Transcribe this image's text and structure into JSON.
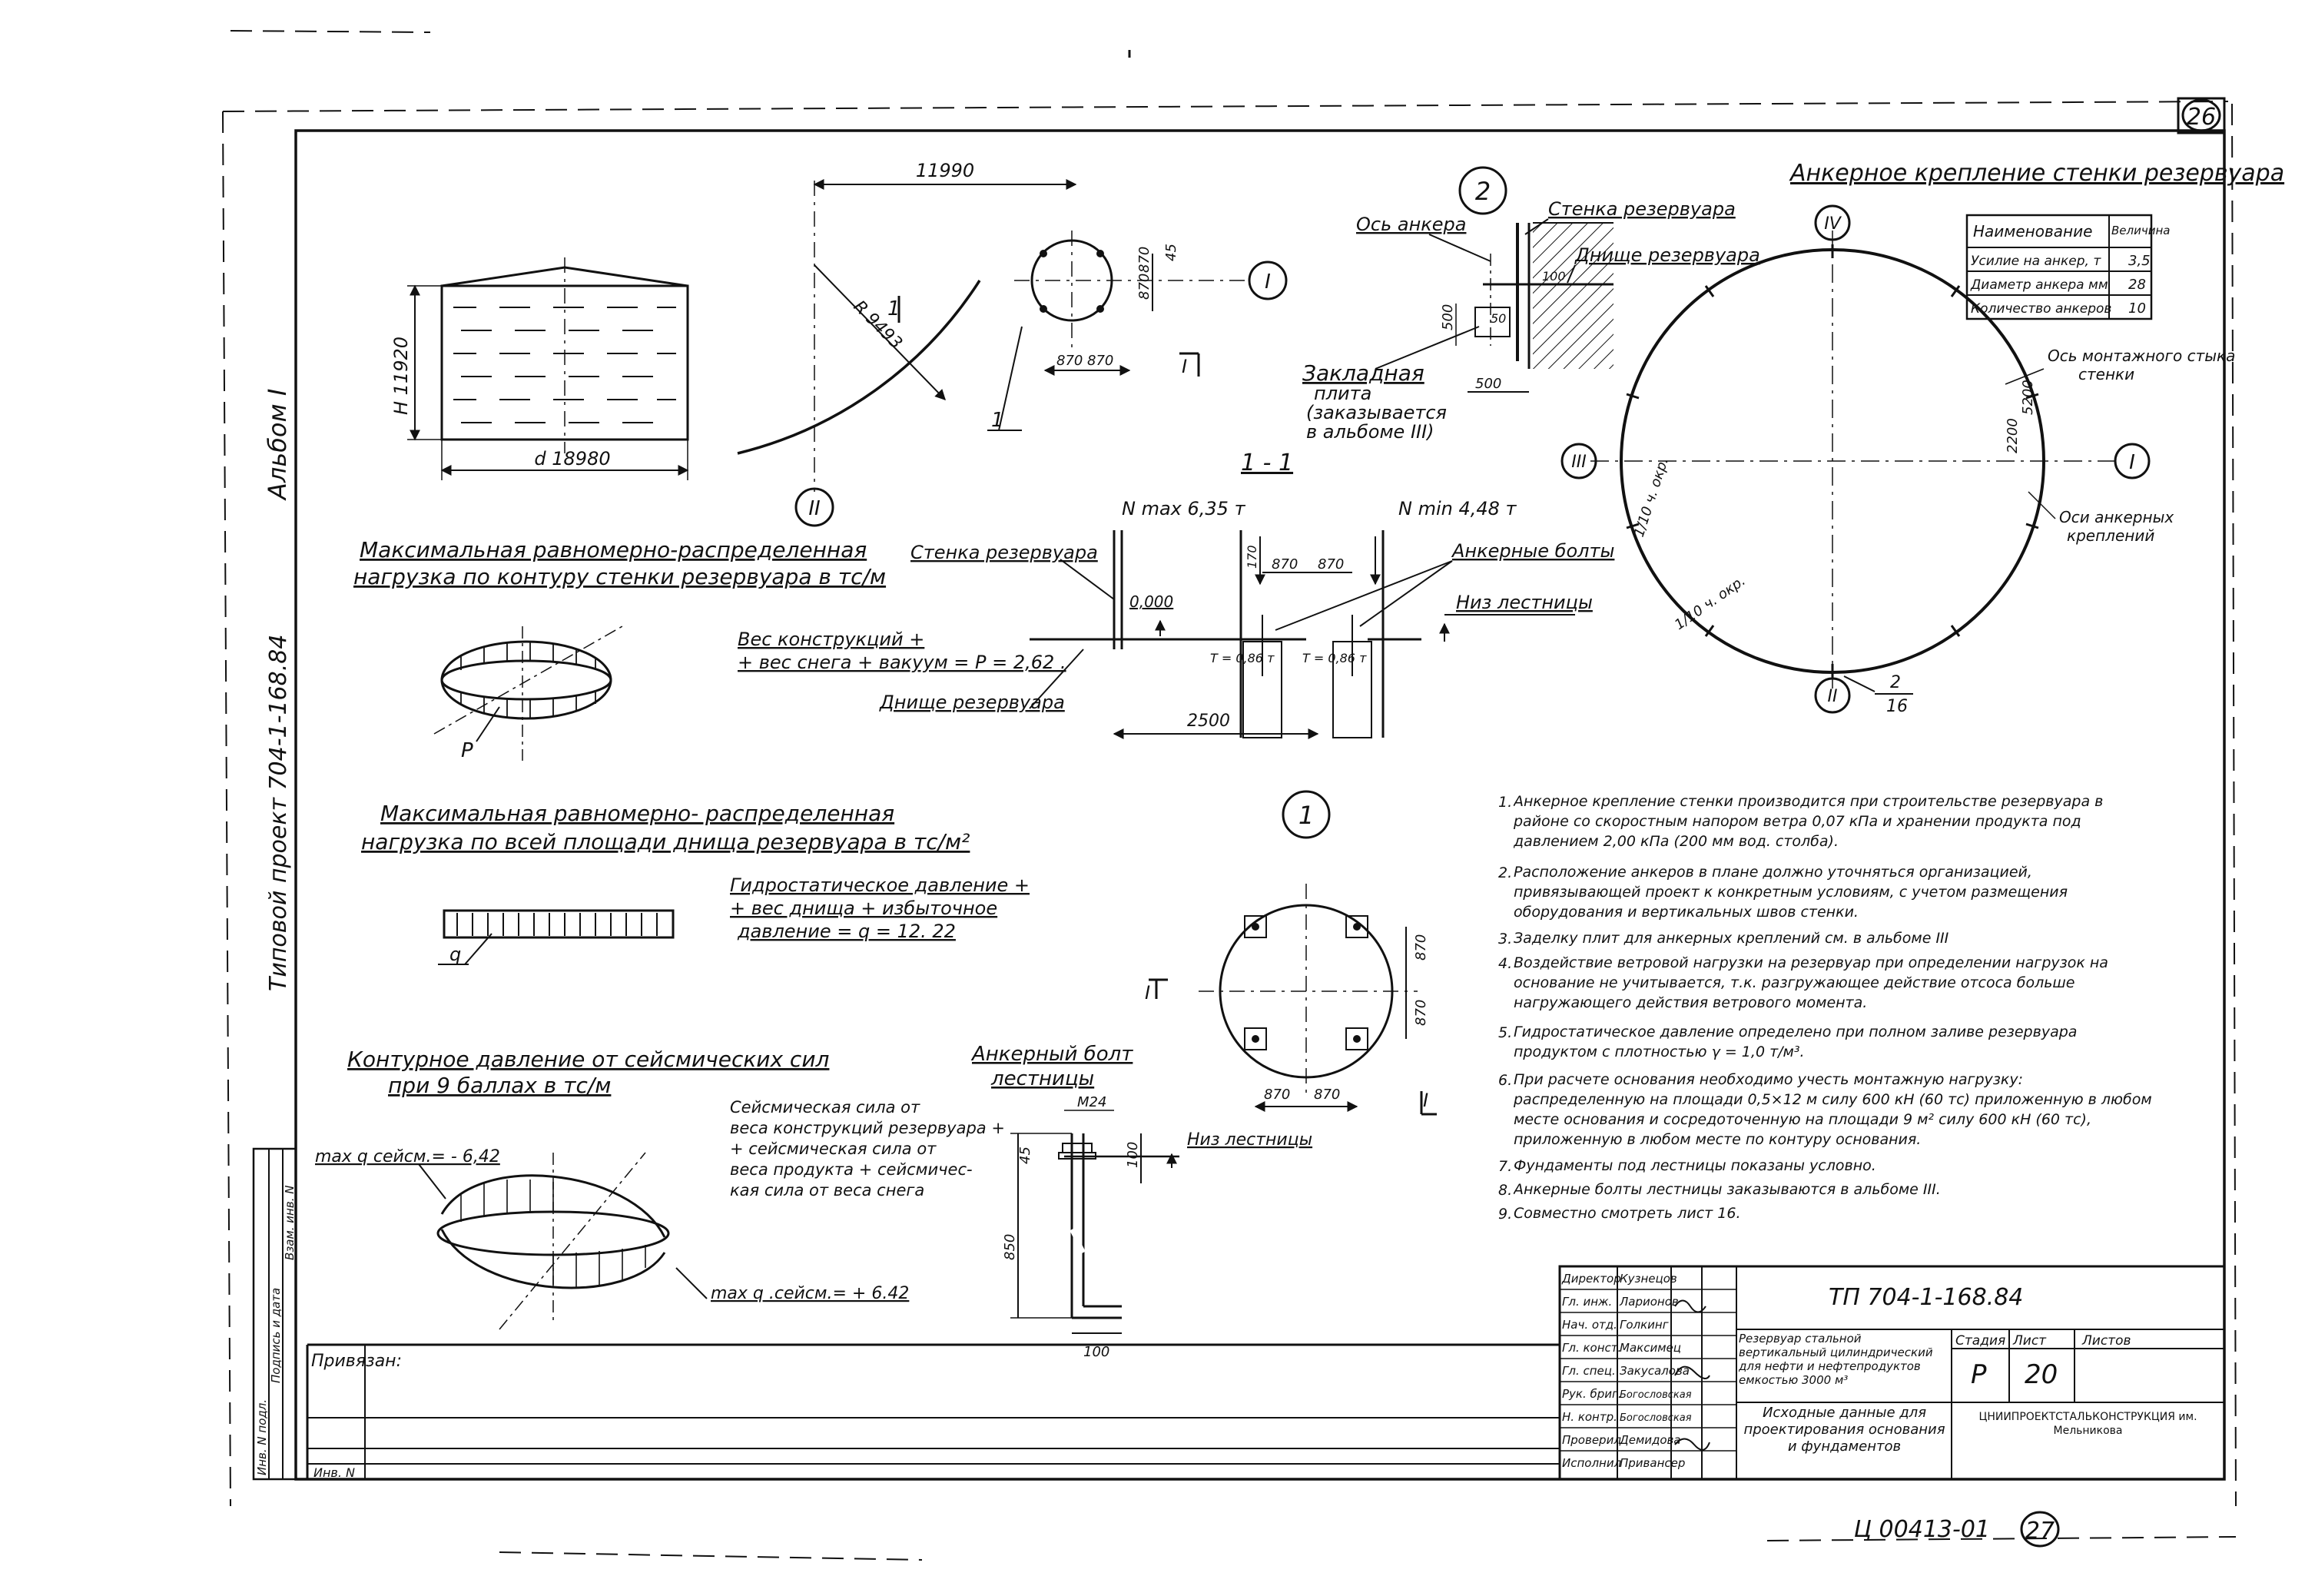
{
  "corner": {
    "top_number": "26",
    "bottom_number": "27",
    "code": "Ц 00413-01"
  },
  "side": {
    "album": "Альбом I",
    "project": "Типовой проект 704-1-168.84",
    "stamp_cols": [
      "Инв. N подл.",
      "Подпись и дата",
      "Взам. инв. N"
    ]
  },
  "tank": {
    "height": "H 11920",
    "diameter": "d 18980"
  },
  "seg2": {
    "dim_top": "11990",
    "radius": "R 9493",
    "d1": "870",
    "d2": "870",
    "v1": "870",
    "v2": "870",
    "v3": "45",
    "roman1": "I",
    "roman2": "II",
    "mark": "1",
    "sec": "I"
  },
  "load1": {
    "title1": "Максимальная равномерно-распределенная",
    "title2": "нагрузка по контуру стенки резервуара в тс/м",
    "f1": "Вес конструкций +",
    "f2": "+ вес снега + вакуум = Р = 2,62 .",
    "p": "Р"
  },
  "load2": {
    "title1": "Максимальная равномерно- распределенная",
    "title2": "нагрузка по всей площади днища резервуара в тс/м²",
    "f1": "Гидростатическое давление +",
    "f2": "+ вес днища + избыточное",
    "f3": "давление = q = 12. 22",
    "q": "q"
  },
  "seismic": {
    "title1": "Контурное давление от сейсмических сил",
    "title2": "при 9 баллах в тс/м",
    "max1": "max q сейсм.= - 6,42",
    "max2": "max q .сейсм.= + 6.42",
    "d1": "Сейсмическая сила от",
    "d2": "веса конструкций резервуара +",
    "d3": "+ сейсмическая сила от",
    "d4": "веса продукта + сейсмичес-",
    "d5": "кая сила от веса снега"
  },
  "section": {
    "title": "1 - 1",
    "nmax": "N max 6,35 т",
    "nmin": "N min 4,48 т",
    "wall": "Стенка резервуара",
    "bolts": "Анкерные болты",
    "stair": "Низ лестницы",
    "level": "0,000",
    "bottom": "Днище резервуара",
    "dim": "2500",
    "d1": "870",
    "d2": "870",
    "t1": "Т = 0,86 т",
    "t2": "Т = 0,86 т",
    "vh": "170"
  },
  "node2": {
    "num": "2",
    "axis": "Ось анкера",
    "wall": "Стенка резервуара",
    "bottom": "Днище резервуара",
    "plate1": "Закладная",
    "plate2": "плита",
    "plate3": "(заказывается",
    "plate4": "в альбоме III)",
    "d500a": "500",
    "d500b": "500",
    "d100": "100",
    "d50": "50"
  },
  "plan": {
    "title": "Анкерное крепление стенки резервуара",
    "table_header": [
      "Наименование",
      "Величина"
    ],
    "table_rows": [
      [
        "Усилие на анкер, т",
        "3,5"
      ],
      [
        "Диаметр анкера мм",
        "28"
      ],
      [
        "Количество анкеров",
        "10"
      ]
    ],
    "joint1": "Ось монтажного стыка",
    "joint2": "стенки",
    "anchors1": "Оси анкерных",
    "anchors2": "креплений",
    "d5200": "5200",
    "d2200": "2200",
    "arc1": "1/10 ч. окр.",
    "arc2": "1/10 ч. окр.",
    "r1": "I",
    "r2": "II",
    "r3": "III",
    "r4": "IV",
    "ref_top": "2",
    "ref_bot": "16"
  },
  "node1": {
    "num": "1",
    "d1": "870",
    "d2": "870",
    "v1": "870",
    "v2": "870",
    "sec": "I"
  },
  "bolt": {
    "title1": "Анкерный болт",
    "title2": "лестницы",
    "m": "М24",
    "stair": "Низ лестницы",
    "d45": "45",
    "d100": "100",
    "d100b": "100",
    "d850": "850"
  },
  "notes": [
    "Анкерное крепление стенки производится при строительстве резервуара в районе со скоростным напором ветра 0,07 кПа и хранении продукта под давлением 2,00 кПа (200 мм вод. столба).",
    "Расположение анкеров в плане должно уточняться организацией, привязывающей проект к конкретным условиям, с учетом размещения оборудования и вертикальных швов стенки.",
    "Заделку плит для анкерных креплений см. в альбоме III",
    "Воздействие ветровой нагрузки на резервуар при определении нагрузок на основание не учитывается, т.к. разгружающее действие отсоса больше нагружающего действия ветрового момента.",
    "Гидростатическое давление определено при полном заливе резервуара продуктом с плотностью γ = 1,0 т/м³.",
    "При расчете основания необходимо учесть монтажную нагрузку: распределенную на площади 0,5×12 м силу 600 кН (60 тс) приложенную в любом месте основания и сосредоточенную на площади 9 м² силу 600 кН (60 тс), приложенную в любом месте по контуру основания.",
    "Фундаменты под лестницы показаны условно.",
    "Анкерные болты лестницы заказываются в альбоме III.",
    "Совместно смотреть лист 16."
  ],
  "title_block": {
    "code": "ТП 704-1-168.84",
    "privyazan": "Привязан:",
    "inv": "Инв. N",
    "roles": [
      [
        "Директор",
        "Кузнецов"
      ],
      [
        "Гл. инж.",
        "Ларионов"
      ],
      [
        "Нач. отд.",
        "Голкинг"
      ],
      [
        "Гл. конст.",
        "Максимец"
      ],
      [
        "Гл. спец.",
        "Закусалова"
      ],
      [
        "Рук. бриг.",
        "Богословская"
      ],
      [
        "Н. контр.",
        "Богословская"
      ],
      [
        "Проверил",
        "Демидова"
      ],
      [
        "Исполнил",
        "Привансер"
      ]
    ],
    "object": "Резервуар стальной вертикальный цилиндрический для нефти и нефтепродуктов емкостью 3000 м³",
    "sheet_title": "Исходные данные для проектирования основания и фундаментов",
    "stage_h": "Стадия",
    "sheet_h": "Лист",
    "sheets_h": "Листов",
    "stage": "Р",
    "sheet": "20",
    "org": "ЦНИИПРОЕКТСТАЛЬКОНСТРУКЦИЯ им. Мельникова"
  }
}
